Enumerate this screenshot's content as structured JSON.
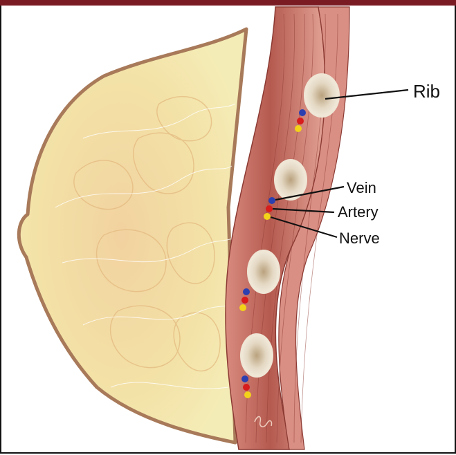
{
  "labels": {
    "rib": "Rib",
    "vein": "Vein",
    "artery": "Artery",
    "nerve": "Nerve"
  },
  "colors": {
    "frame_bar": "#7a1a22",
    "vein": "#2b3fb0",
    "artery": "#d81b1b",
    "nerve": "#f3d21a",
    "muscle": "#c26a5e",
    "breast_tissue": "#f1e2a4",
    "skin_outline": "#a87a5a",
    "rib": "#d8cbb4"
  }
}
